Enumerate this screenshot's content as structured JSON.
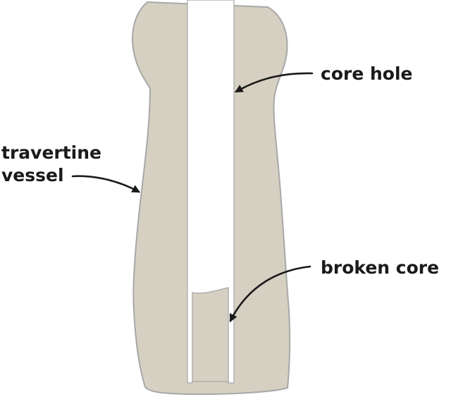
{
  "labels": {
    "core_hole": "core hole",
    "travertine_line1": "travertine",
    "travertine_line2": "vessel",
    "broken_core": "broken core"
  },
  "colors": {
    "vessel_fill": "#d6d0c2",
    "vessel_outline": "#a8a8a8",
    "hole_fill": "#ffffff",
    "label_text": "#1a1a1a"
  }
}
